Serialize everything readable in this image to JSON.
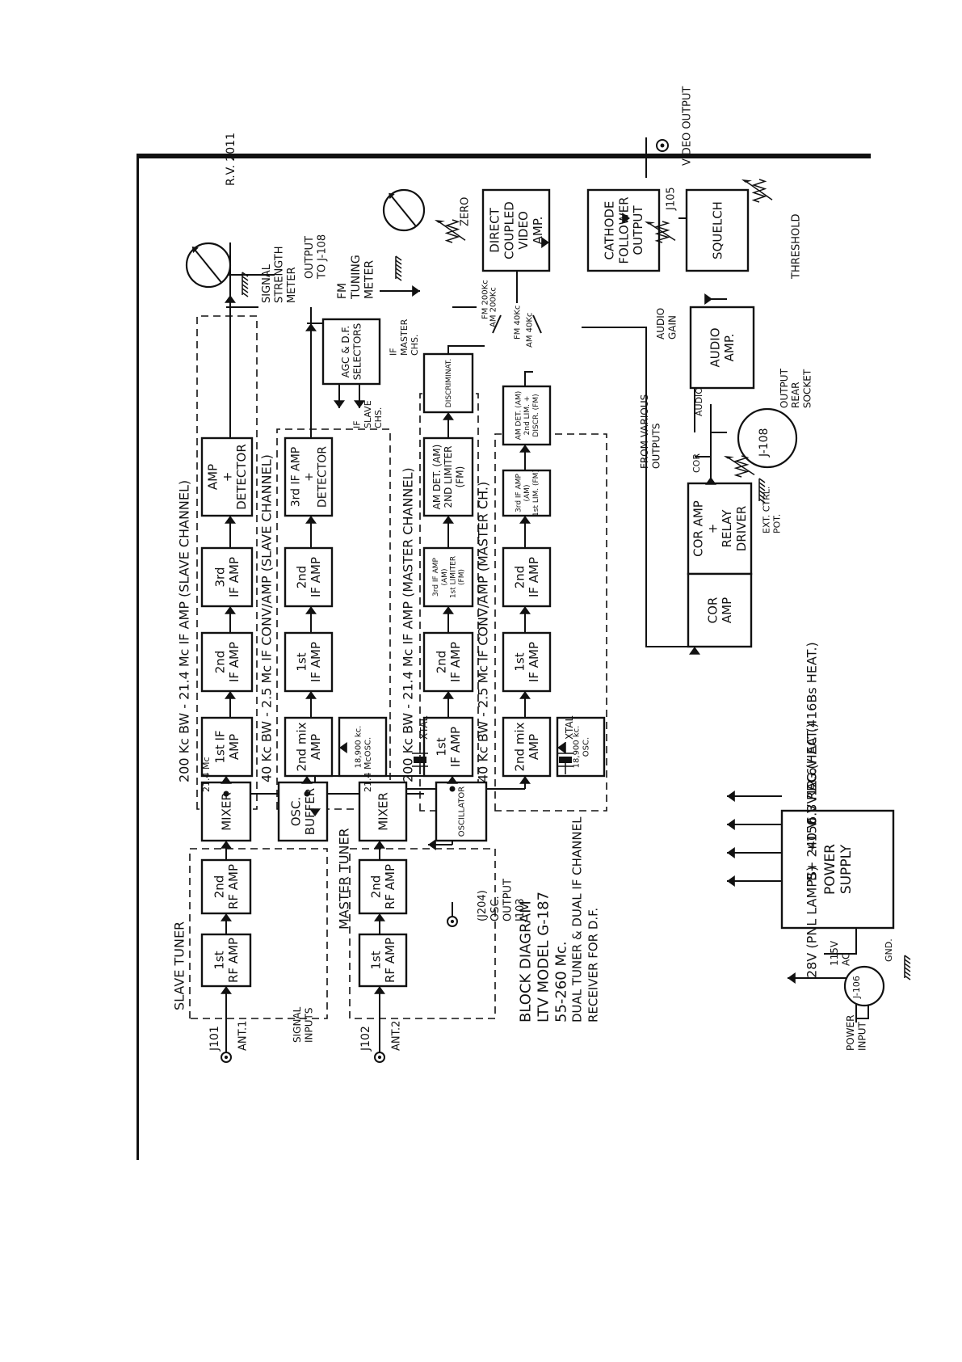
{
  "diagram": {
    "frame_note": "R.V. 2011",
    "caption": {
      "line1": "BLOCK DIAGRAM",
      "line2": "LTV MODEL G-187",
      "line3": "55-260 Mc.",
      "line4": "DUAL TUNER & DUAL IF CHANNEL",
      "line5": "RECEIVER FOR D.F."
    },
    "groups": {
      "slave_tuner": "SLAVE TUNER",
      "master_tuner": "MASTER TUNER",
      "slave_if_amp": "200 Kc BW - 21.4 Mc IF AMP (SLAVE CHANNEL)",
      "slave_if_conv": "40 Kc BW - 2.5 Mc IF CONV/AMP (SLAVE CHANNEL)",
      "master_if_amp": "200 Kc BW - 21.4 Mc IF AMP (MASTER CHANNEL)",
      "master_if_conv": "40 Kc BW - 2.5 Mc IF CONV/AMP (MASTER CH.)"
    },
    "blocks": {
      "slave_rf1": [
        "1st",
        "RF AMP"
      ],
      "slave_rf2": [
        "2nd",
        "RF AMP"
      ],
      "slave_mixer": [
        "MIXER"
      ],
      "osc_buffer": [
        "OSC.",
        "BUFFER"
      ],
      "master_rf1": [
        "1st",
        "RF AMP"
      ],
      "master_rf2": [
        "2nd",
        "RF AMP"
      ],
      "master_mixer": [
        "MIXER"
      ],
      "oscillator": [
        "OSCILLATOR"
      ],
      "s_if1": [
        "1st IF",
        "AMP"
      ],
      "s_if2": [
        "2nd",
        "IF AMP"
      ],
      "s_if3": [
        "3rd",
        "IF AMP"
      ],
      "s_det": [
        "AMP",
        "+",
        "DETECTOR"
      ],
      "s_mix2": [
        "2nd mix",
        "AMP"
      ],
      "s_osc": [
        "18,900 kc.",
        "OSC."
      ],
      "s_c1": [
        "1st",
        "IF AMP"
      ],
      "s_c2": [
        "2nd",
        "IF AMP"
      ],
      "s_c3": [
        "3rd IF AMP",
        "+",
        "DETECTOR"
      ],
      "m_if1": [
        "1st",
        "IF AMP"
      ],
      "m_if2": [
        "2nd",
        "IF AMP"
      ],
      "m_if3": [
        "3rd IF AMP",
        "(AM)",
        "1st LIMITER",
        "(FM)"
      ],
      "m_amdet": [
        "AM DET. (AM)",
        "2ND LIMITER",
        "(FM)"
      ],
      "discriminator": [
        "DISCRIMINAT."
      ],
      "m_mix2": [
        "2nd mix",
        "AMP"
      ],
      "m_osc": [
        "18,900 kc.",
        "OSC."
      ],
      "m_c1": [
        "1st",
        "IF AMP"
      ],
      "m_c2": [
        "2nd",
        "IF AMP"
      ],
      "m_c3": [
        "3rd IF AMP",
        "(AM)",
        "1st LIM. (FM)"
      ],
      "m_c4": [
        "AM DET. (AM)",
        "2nd LIM. +",
        "DISCR. (FM)"
      ],
      "agc": [
        "AGC & D.F.",
        "SELECTORS"
      ],
      "dc_video": [
        "DIRECT",
        "COUPLED",
        "VIDEO",
        "AMP."
      ],
      "cathode": [
        "CATHODE",
        "FOLLOWER",
        "OUTPUT"
      ],
      "squelch": [
        "SQUELCH"
      ],
      "audio_amp": [
        "AUDIO",
        "AMP."
      ],
      "cor_relay": [
        "COR AMP",
        "+",
        "RELAY",
        "DRIVER"
      ],
      "cor_amp": [
        "COR",
        "AMP"
      ],
      "power": [
        "POWER",
        "SUPPLY"
      ]
    },
    "labels": {
      "j101": "J101",
      "ant1": "ANT.1",
      "signal_inputs": [
        "SIGNAL",
        "INPUTS"
      ],
      "j102": "J102",
      "ant2": "ANT.2",
      "mc_a": "21.4 Mc",
      "mc_b": "21.4 Mc",
      "xtal": "XTAL",
      "osc_output": [
        "(J204)",
        "OSC.",
        "OUTPUT",
        "J103"
      ],
      "ssm": [
        "SIGNAL",
        "STRENGTH",
        "METER"
      ],
      "out_j108": [
        "OUTPUT",
        "TO J-108"
      ],
      "fm_tuning": [
        "FM",
        "TUNING",
        "METER"
      ],
      "zero": "ZERO",
      "video_output": "VIDEO OUTPUT",
      "j105": "J105",
      "threshold": "THRESHOLD",
      "audio_gain": [
        "AUDIO",
        "GAIN"
      ],
      "if_master": [
        "IF",
        "MASTER",
        "CHS."
      ],
      "if_slave": [
        "IF",
        "SLAVE",
        "CHS."
      ],
      "sw_fm200": "FM 200Kc",
      "sw_am200": "AM 200Kc",
      "sw_fm40": "FM 40Kc",
      "sw_am40": "AM 40Kc",
      "from_various": [
        "FROM VARIOUS",
        "OUTPUTS"
      ],
      "audio": "AUDIO",
      "cor": "COR",
      "j108": "J-108",
      "output_rear": [
        "OUTPUT",
        "REAR",
        "SOCKET"
      ],
      "ext_ctrl": [
        "EXT. CTRL.",
        "POT."
      ],
      "power_input": [
        "POWER",
        "INPUT"
      ],
      "j106": "J-106",
      "ac115": [
        "115V",
        "AC"
      ],
      "gnd": "GND.",
      "v1": "B+ 240 V",
      "v2": "+150 V REG.",
      "v3": "6.3V AC (HEAT.)",
      "v4": "12.6V AC (416Bs HEAT.)",
      "v5": "28V (PNL LAMPS)"
    }
  }
}
